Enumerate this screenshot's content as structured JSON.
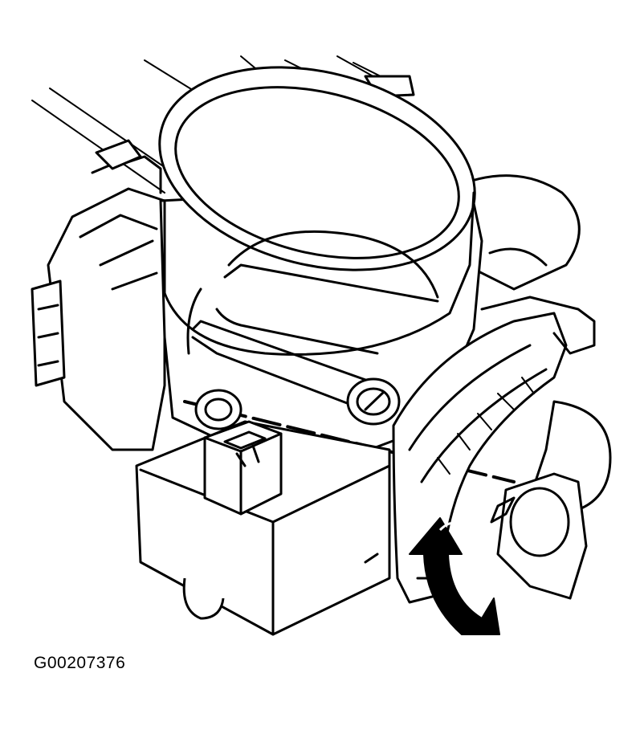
{
  "figure": {
    "code": "G00207376",
    "subject": "throttle-body",
    "arrow_direction": "clockwise"
  }
}
